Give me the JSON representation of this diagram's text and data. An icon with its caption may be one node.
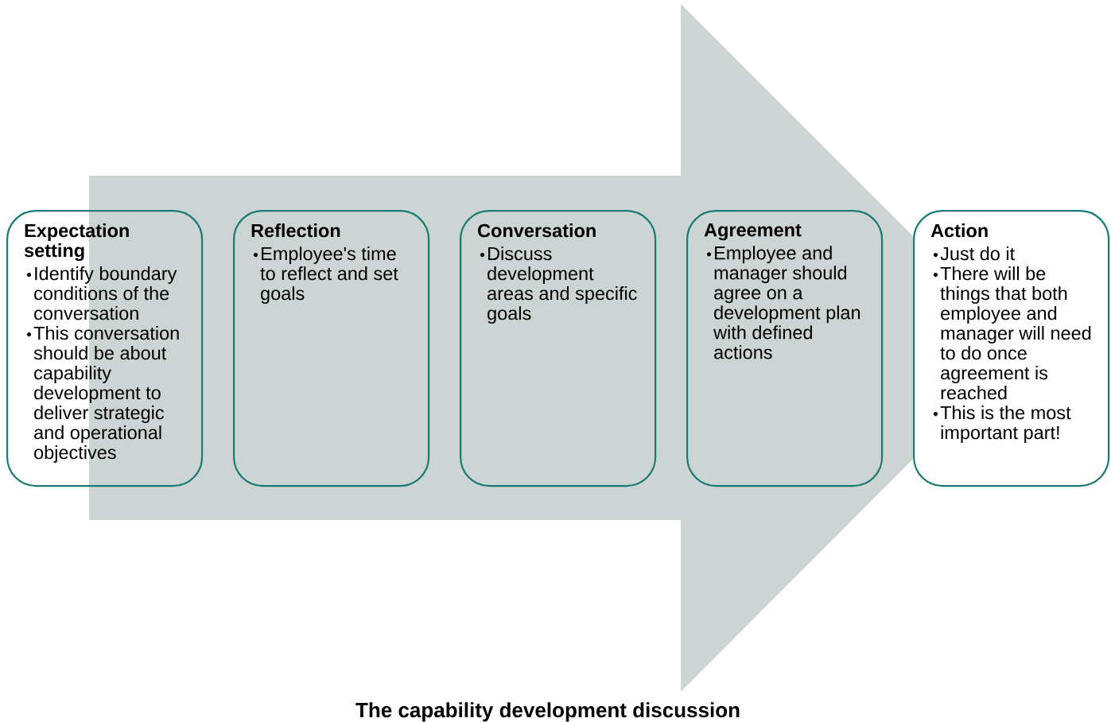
{
  "diagram": {
    "caption": "The capability development discussion",
    "nodes": [
      {
        "text": [
          "Expectation setting",
          "Identify boundary conditions of the conversation",
          "This conversation should be about capability development to deliver strategic and operational objectives"
        ]
      },
      {
        "text": [
          "Reflection",
          "Employee's time to reflect and set goals"
        ]
      },
      {
        "text": [
          "Conversation",
          "Discuss development areas and specific goals"
        ]
      },
      {
        "text": [
          "Agreement",
          "Employee and manager should agree on a development plan with defined actions"
        ]
      },
      {
        "text": [
          "Action",
          "Just do it",
          "There will be things that both employee and manager will need to do once agreement is reached",
          "This is the most important part!"
        ]
      }
    ],
    "edges": [
      {
        "from": 0,
        "to": 4,
        "arrow": "to"
      }
    ]
  }
}
